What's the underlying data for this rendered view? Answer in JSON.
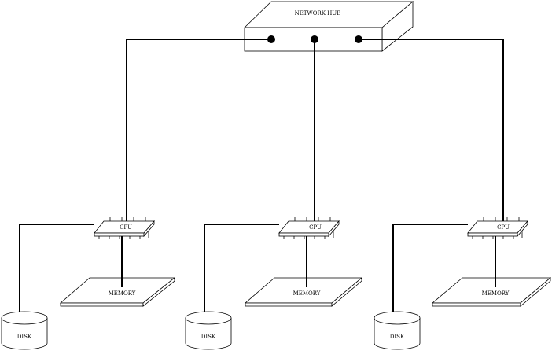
{
  "hub": {
    "label": "NETWORK HUB"
  },
  "nodes": [
    {
      "cpu_label": "CPU",
      "memory_label": "MEMORY",
      "disk_label": "DISK"
    },
    {
      "cpu_label": "CPU",
      "memory_label": "MEMORY",
      "disk_label": "DISK"
    },
    {
      "cpu_label": "CPU",
      "memory_label": "MEMORY",
      "disk_label": "DISK"
    }
  ]
}
